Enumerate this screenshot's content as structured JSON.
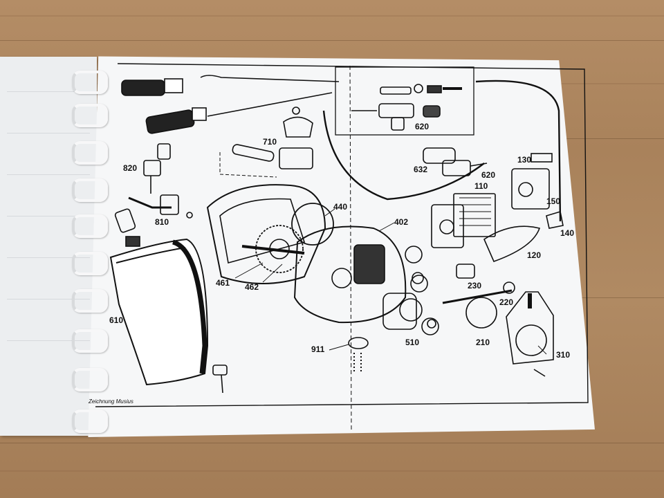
{
  "caption": "Zeichnung Musius",
  "part_labels": {
    "p620_inset": "620",
    "p620": "620",
    "p632": "632",
    "p710": "710",
    "p820": "820",
    "p810": "810",
    "p440": "440",
    "p402": "402",
    "p461": "461",
    "p462": "462",
    "p610": "610",
    "p911": "911",
    "p510": "510",
    "p210": "210",
    "p220": "220",
    "p230": "230",
    "p310": "310",
    "p130": "130",
    "p110": "110",
    "p150": "150",
    "p140": "140",
    "p120": "120"
  },
  "colors": {
    "ink": "#111111",
    "paper": "#f6f7f8",
    "wood": "#ae8760"
  }
}
